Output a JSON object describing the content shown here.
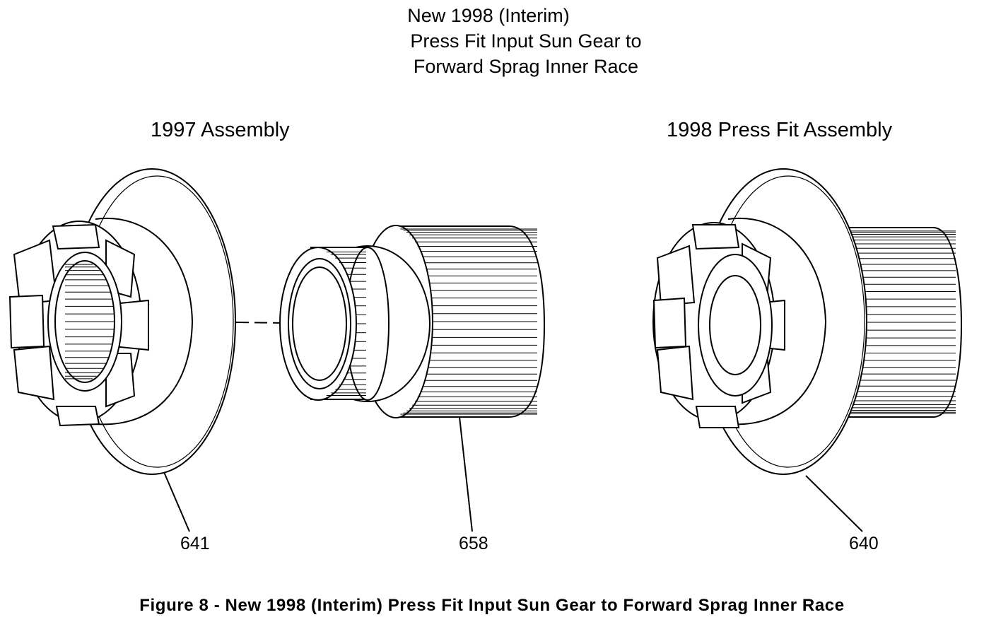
{
  "title": {
    "line1": "New 1998 (Interim)",
    "line2": "Press Fit Input Sun Gear to",
    "line3": "Forward Sprag Inner Race"
  },
  "labels": {
    "left_assembly": "1997 Assembly",
    "right_assembly": "1998 Press Fit Assembly"
  },
  "callouts": {
    "part_641": "641",
    "part_658": "658",
    "part_640": "640"
  },
  "caption": "Figure 8 - New 1998 (Interim) Press Fit Input Sun Gear to Forward Sprag Inner Race"
}
